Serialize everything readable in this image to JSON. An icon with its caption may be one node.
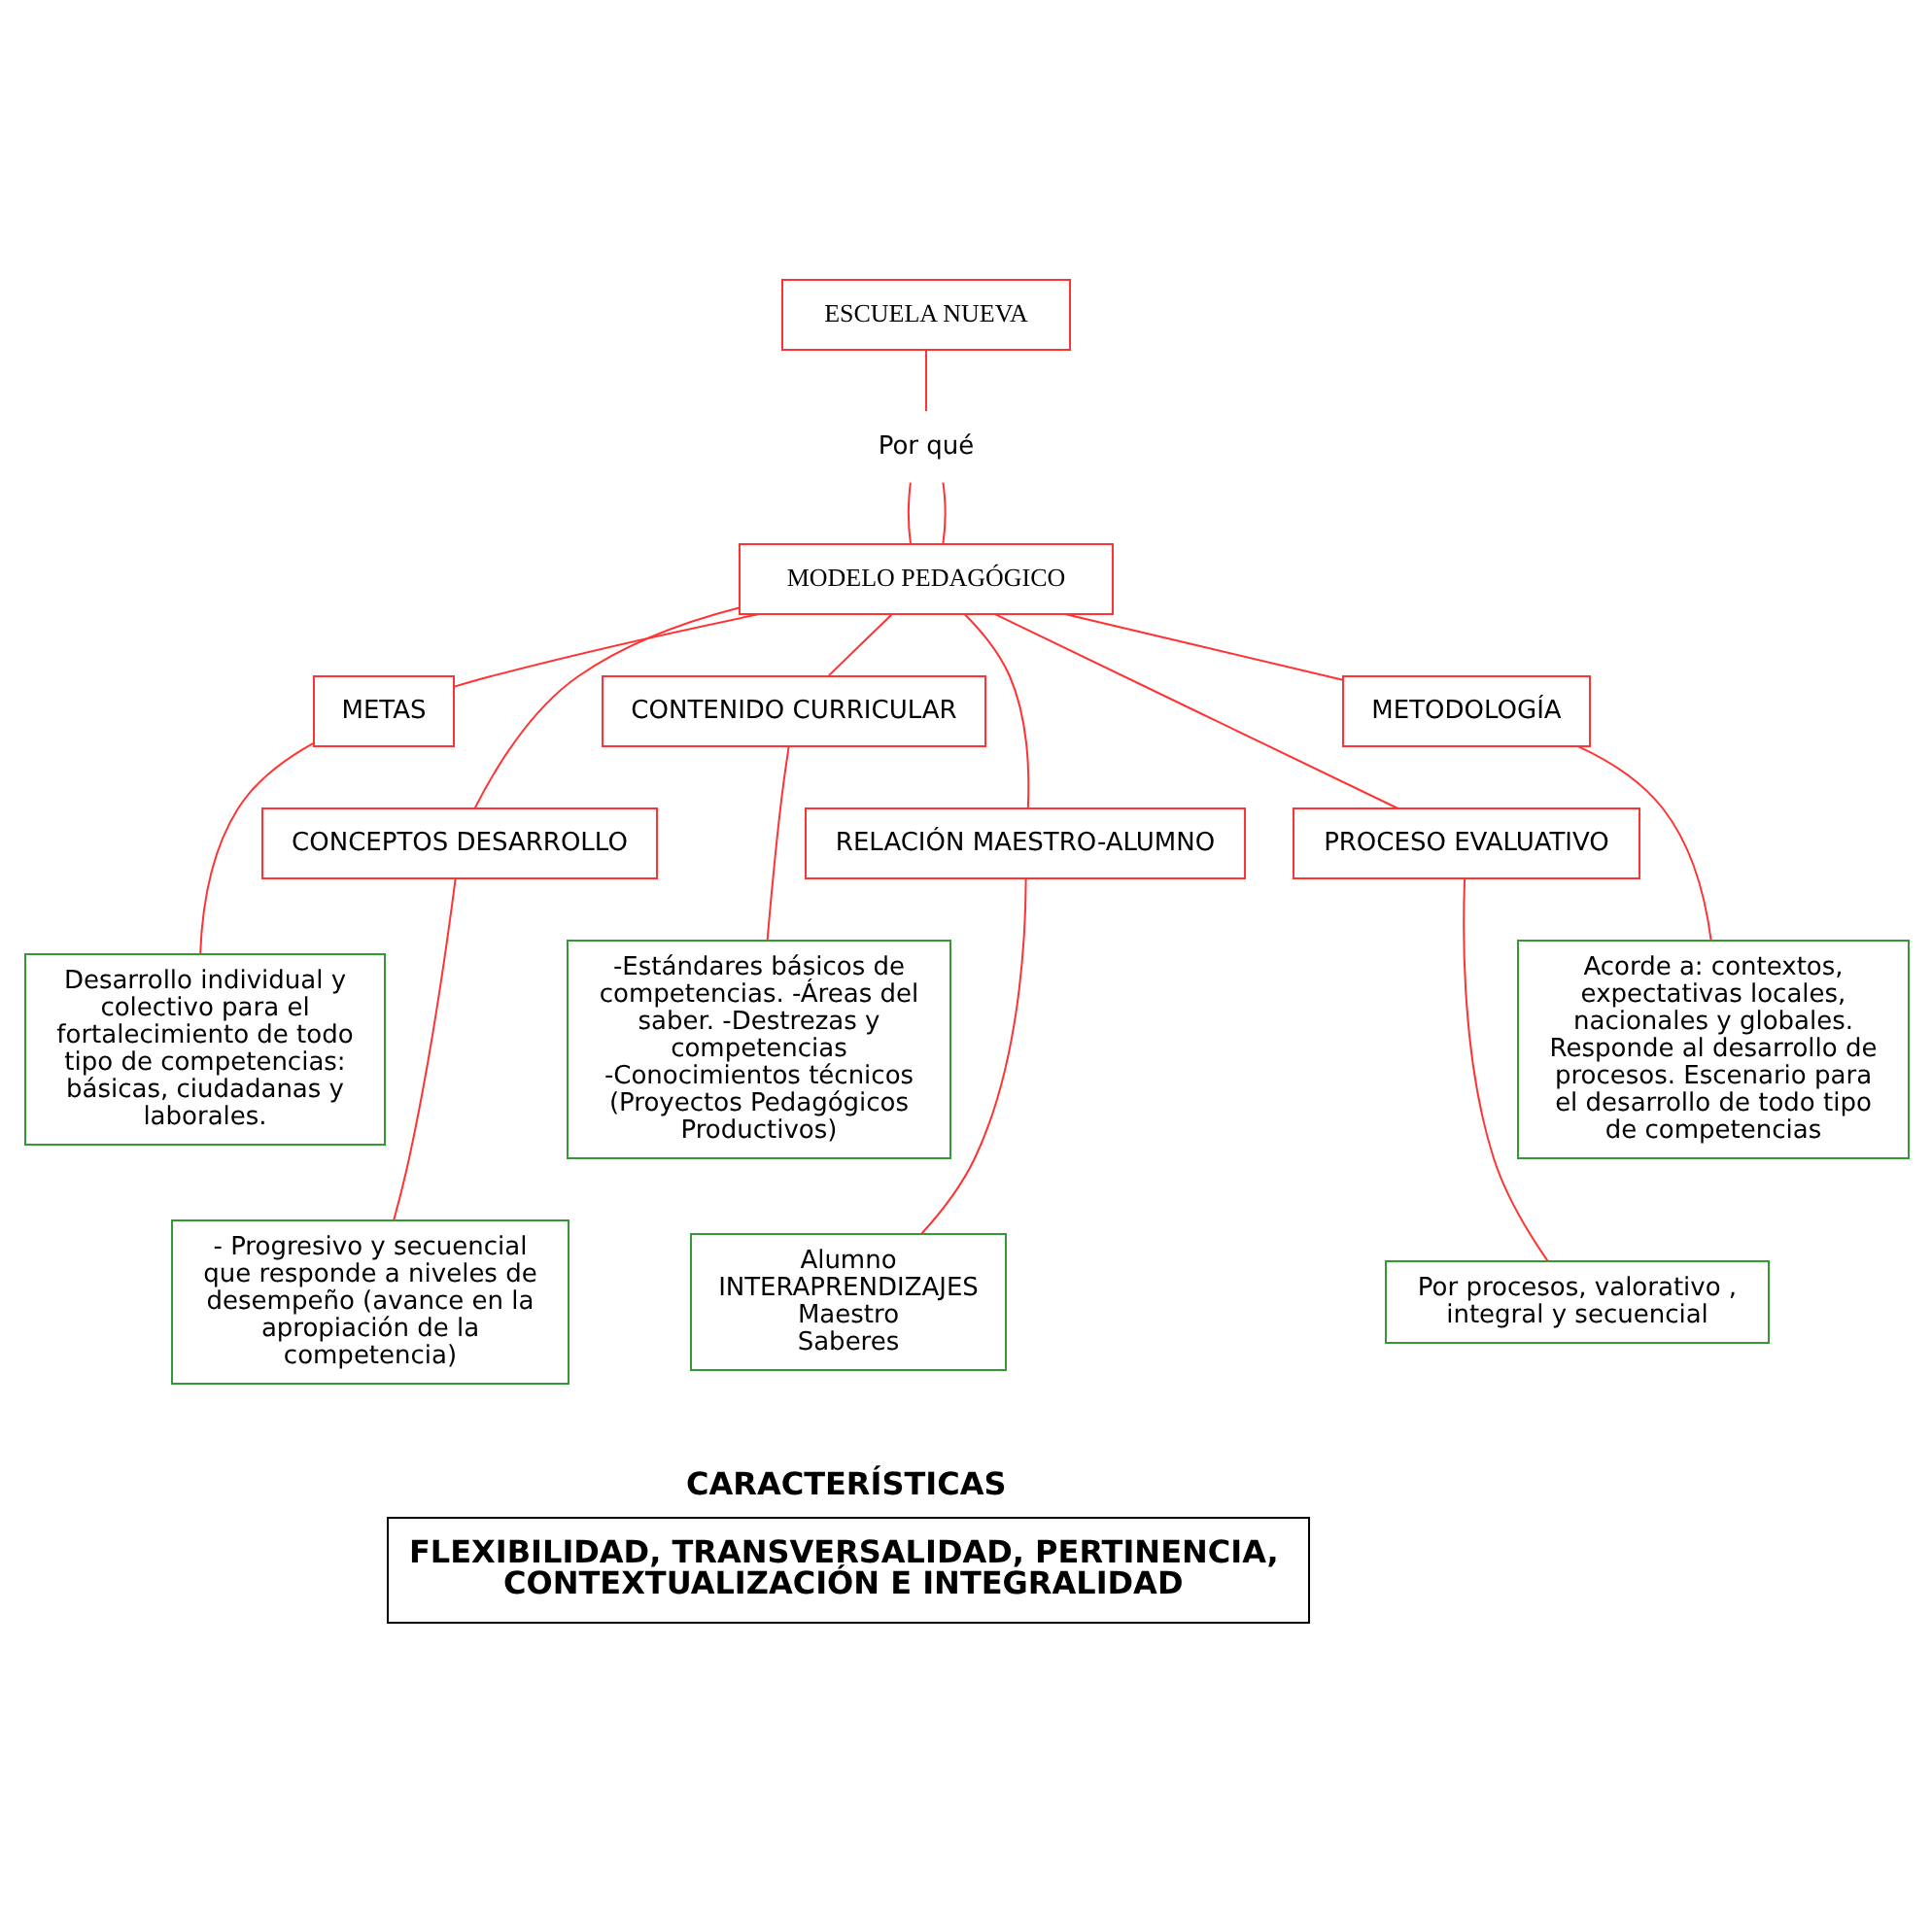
{
  "diagram": {
    "nodes": [
      {
        "text": [
          "ESCUELA NUEVA"
        ]
      },
      {
        "text": [
          "Por qué"
        ]
      },
      {
        "text": [
          "MODELO PEDAGÓGICO"
        ]
      },
      {
        "text": [
          "METAS"
        ]
      },
      {
        "text": [
          "CONTENIDO CURRICULAR"
        ]
      },
      {
        "text": [
          "METODOLOGÍA"
        ]
      },
      {
        "text": [
          "CONCEPTOS DESARROLLO"
        ]
      },
      {
        "text": [
          "RELACIÓN MAESTRO-ALUMNO"
        ]
      },
      {
        "text": [
          "PROCESO EVALUATIVO"
        ]
      },
      {
        "text": [
          "Desarrollo individual y colectivo para el fortalecimiento de todo tipo de competencias: básicas, ciudadanas y laborales."
        ]
      },
      {
        "text": [
          "-Estándares básicos de competencias. -Áreas del saber. -Destrezas y competencias -Conocimientos técnicos (Proyectos Pedagógicos Productivos)"
        ]
      },
      {
        "text": [
          "Acorde a: contextos, expectativas locales, nacionales y globales. Responde al desarrollo de procesos. Escenario para el desarrollo de todo tipo de competencias"
        ]
      },
      {
        "text": [
          "- Progresivo y secuencial que responde a niveles de desempeño (avance en la apropiación de la competencia)"
        ]
      },
      {
        "text": [
          "Alumno",
          "INTERAPRENDIZAJES",
          "Maestro",
          "Saberes"
        ]
      },
      {
        "text": [
          "Por procesos, valorativo , integral y secuencial"
        ]
      },
      {
        "text": [
          "CARACTERÍSTICAS",
          "FLEXIBILIDAD, TRANSVERSALIDAD, PERTINENCIA, CONTEXTUALIZACIÓN E INTEGRALIDAD"
        ]
      }
    ],
    "edges": [
      {
        "from": 0,
        "to": 1,
        "arrow": "none"
      },
      {
        "from": 1,
        "to": 2,
        "arrow": "none"
      },
      {
        "from": 1,
        "to": 2,
        "arrow": "none"
      },
      {
        "from": 2,
        "to": 3,
        "arrow": "none"
      },
      {
        "from": 2,
        "to": 6,
        "arrow": "none"
      },
      {
        "from": 2,
        "to": 4,
        "arrow": "none"
      },
      {
        "from": 2,
        "to": 7,
        "arrow": "none"
      },
      {
        "from": 2,
        "to": 5,
        "arrow": "none"
      },
      {
        "from": 2,
        "to": 8,
        "arrow": "none"
      },
      {
        "from": 3,
        "to": 9,
        "arrow": "none"
      },
      {
        "from": 6,
        "to": 12,
        "arrow": "none"
      },
      {
        "from": 4,
        "to": 10,
        "arrow": "none"
      },
      {
        "from": 7,
        "to": 13,
        "arrow": "none"
      },
      {
        "from": 5,
        "to": 11,
        "arrow": "none"
      },
      {
        "from": 8,
        "to": 14,
        "arrow": "none"
      }
    ]
  }
}
